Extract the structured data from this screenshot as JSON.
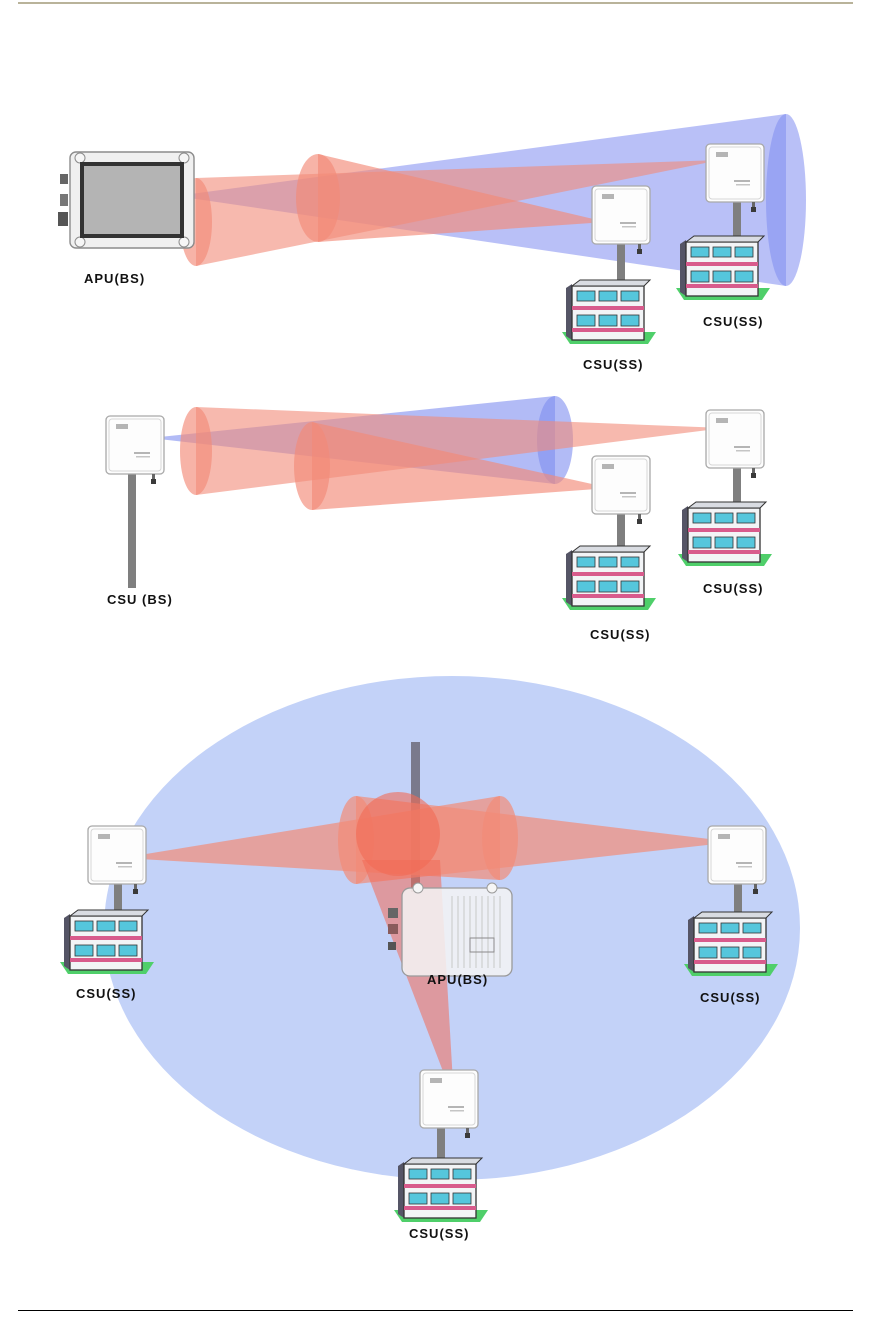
{
  "colors": {
    "downlink_beam": "#f28b78",
    "uplink_beam": "#7f8df0",
    "coverage": "#c3d2f8",
    "building_glass": "#55c6dc",
    "building_body": "#f2f4f6",
    "grass": "#4fcf6a",
    "mast": "#7f7f7f"
  },
  "scenario1": {
    "base_label": "APU(BS)",
    "ss_near_label": "CSU(SS)",
    "ss_far_label": "CSU(SS)"
  },
  "scenario2": {
    "base_label": "CSU (BS)",
    "ss_near_label": "CSU(SS)",
    "ss_far_label": "CSU(SS)"
  },
  "scenario3": {
    "base_label": "APU(BS)",
    "ss_left_label": "CSU(SS)",
    "ss_right_label": "CSU(SS)",
    "ss_bottom_label": "CSU(SS)"
  }
}
